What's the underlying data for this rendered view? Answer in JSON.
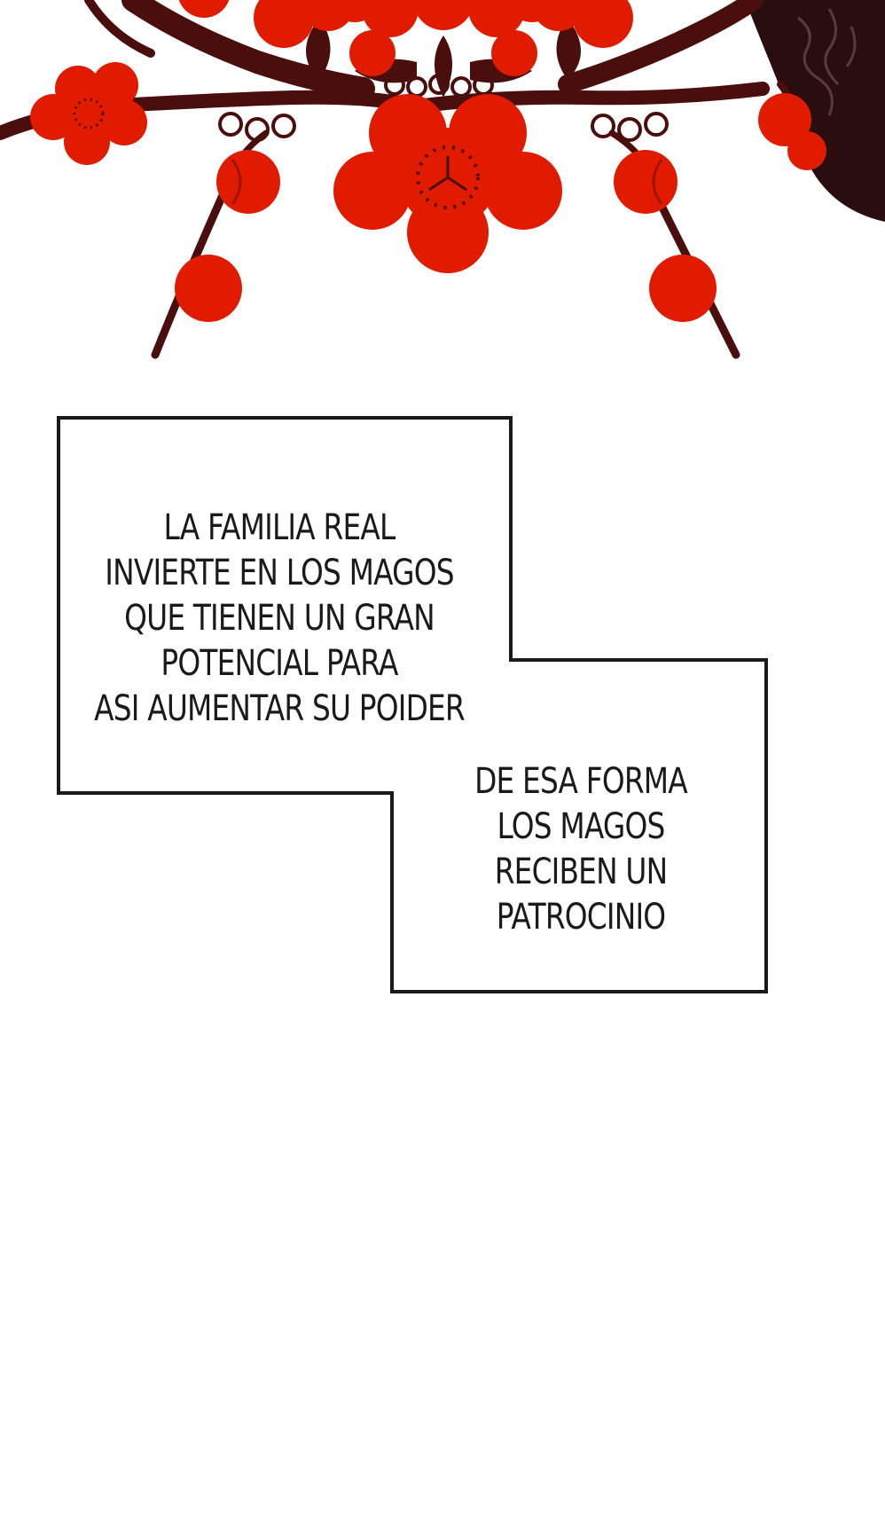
{
  "colors": {
    "petal": "#e01b00",
    "petal_dark": "#c81500",
    "branch": "#4a0f0d",
    "robe": "#2a0d0e",
    "ink": "#1a1a1a",
    "background": "#ffffff"
  },
  "captions": {
    "box_1": {
      "lines": [
        "LA FAMILIA REAL",
        "INVIERTE EN LOS MAGOS",
        "QUE TIENEN UN GRAN",
        "POTENCIAL PARA",
        "ASI AUMENTAR SU POIDER"
      ]
    },
    "box_2": {
      "lines": [
        "DE ESA FORMA",
        "LOS MAGOS",
        "RECIBEN UN",
        "PATROCINIO"
      ]
    }
  }
}
